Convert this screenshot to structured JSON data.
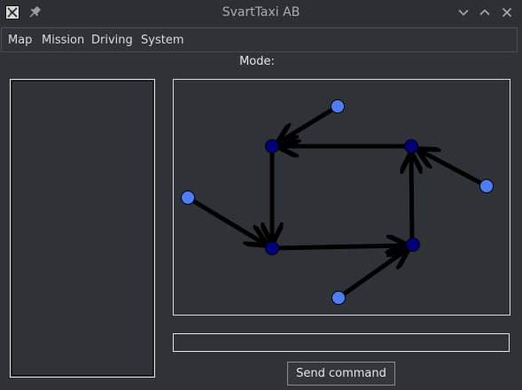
{
  "window": {
    "title": "SvartTaxi AB",
    "icons": [
      "app-logo-icon",
      "pin-icon",
      "minimize-icon",
      "maximize-icon",
      "close-icon"
    ]
  },
  "menu": {
    "items": [
      {
        "label": "Map"
      },
      {
        "label": "Mission"
      },
      {
        "label": "Driving"
      },
      {
        "label": "System"
      }
    ]
  },
  "mode": {
    "label": "Mode:"
  },
  "command": {
    "value": "",
    "send_label": "Send command"
  },
  "graph": {
    "colors": {
      "background": "#2f3337",
      "node_dark": "#00007a",
      "node_light": "#4f7df5",
      "edge": "#000000"
    },
    "node_count": 8,
    "edge_count": 8
  }
}
